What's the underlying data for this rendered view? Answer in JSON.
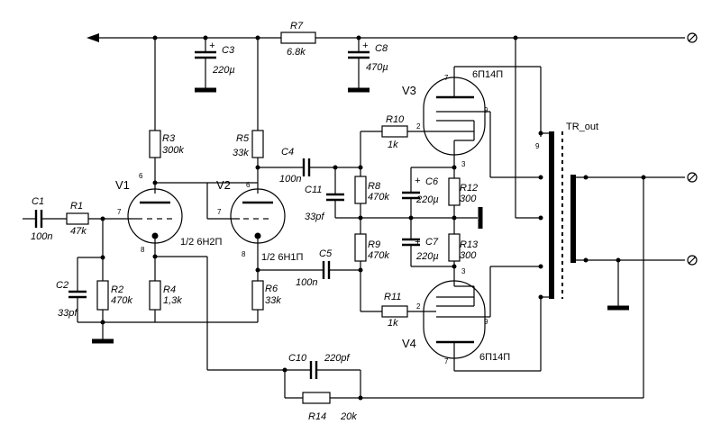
{
  "components": {
    "C1": {
      "ref": "C1",
      "value": "100n"
    },
    "R1": {
      "ref": "R1",
      "value": "47k"
    },
    "C2": {
      "ref": "C2",
      "value": "33pf"
    },
    "R2": {
      "ref": "R2",
      "value": "470k"
    },
    "R3": {
      "ref": "R3",
      "value": "300k"
    },
    "R4": {
      "ref": "R4",
      "value": "1,3k"
    },
    "C3": {
      "ref": "C3",
      "value": "220µ"
    },
    "R5": {
      "ref": "R5",
      "value": "33k"
    },
    "R6": {
      "ref": "R6",
      "value": "33k"
    },
    "C4": {
      "ref": "C4",
      "value": "100n"
    },
    "C5": {
      "ref": "C5",
      "value": "100n"
    },
    "C11": {
      "ref": "C11",
      "value": "33pf"
    },
    "R7": {
      "ref": "R7",
      "value": "6.8k"
    },
    "C8": {
      "ref": "C8",
      "value": "470µ"
    },
    "R8": {
      "ref": "R8",
      "value": "470k"
    },
    "R9": {
      "ref": "R9",
      "value": "470k"
    },
    "R10": {
      "ref": "R10",
      "value": "1k"
    },
    "R11": {
      "ref": "R11",
      "value": "1k"
    },
    "C6": {
      "ref": "C6",
      "value": "220µ"
    },
    "C7": {
      "ref": "C7",
      "value": "220µ"
    },
    "R12": {
      "ref": "R12",
      "value": "300"
    },
    "R13": {
      "ref": "R13",
      "value": "300"
    },
    "C10": {
      "ref": "C10",
      "value": "220pf"
    },
    "R14": {
      "ref": "R14",
      "value": "20k"
    }
  },
  "tubes": {
    "V1": {
      "ref": "V1",
      "type": "1/2 6Н2П"
    },
    "V2": {
      "ref": "V2",
      "type": "1/2 6Н1П"
    },
    "V3": {
      "ref": "V3",
      "type": "6П14П"
    },
    "V4": {
      "ref": "V4",
      "type": "6П14П"
    }
  },
  "transformer": {
    "ref": "TR_out"
  },
  "pins": {
    "v1_plate": "6",
    "v1_grid": "7",
    "v1_cathode": "8",
    "v2_plate": "6",
    "v2_grid": "7",
    "v2_cathode": "8",
    "v3_anode": "7",
    "v3_g2": "9",
    "v3_grid": "2",
    "v3_cathode": "3",
    "v4_anode": "7",
    "v4_g2": "9",
    "v4_grid": "2",
    "v4_cathode": "3",
    "tr_tap": "9"
  },
  "polarity": {
    "plus": "+"
  }
}
